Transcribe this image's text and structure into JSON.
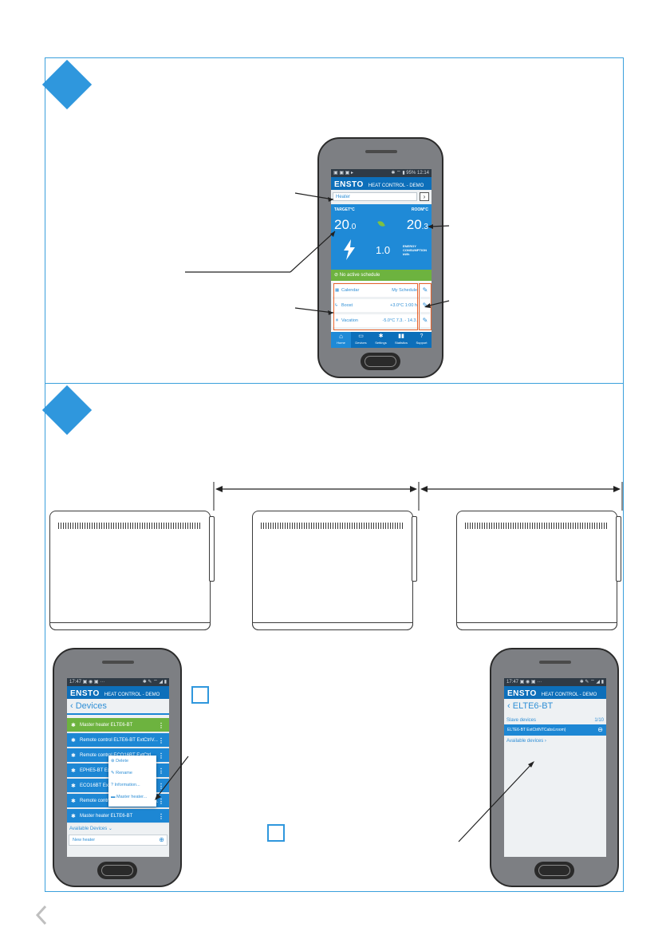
{
  "phone_top": {
    "app_logo": "ENSTO",
    "app_title": "HEAT CONTROL - DEMO",
    "status_time": "12:14",
    "status_battery": "95%",
    "device_name": "Heater",
    "target_label": "TARGET°C",
    "room_label": "ROOM°C",
    "target_int": "20",
    "target_dec": ".0",
    "room_int": "20",
    "room_dec": ".3",
    "energy_value": "1.0",
    "energy_label_1": "ENERGY",
    "energy_label_2": "CONSUMPTION",
    "energy_label_3": "kWh",
    "schedule_status": "No active schedule",
    "rows": [
      {
        "label": "Calendar",
        "value": "My Schedule"
      },
      {
        "label": "Boost",
        "value": "+3.0°C 1:00 h"
      },
      {
        "label": "Vacation",
        "value": "-5.0°C 7.3. - 14.3."
      }
    ],
    "nav": [
      "Home",
      "Devices",
      "Settings",
      "Statistics",
      "Support"
    ]
  },
  "phone_left": {
    "status_time": "17:47",
    "app_logo": "ENSTO",
    "app_title": "HEAT CONTROL - DEMO",
    "header": "Devices",
    "items": [
      "Master heater ELTE6-BT",
      "Remote control ELTE6-BT ExtCtrlV...",
      "Remote control ECO16BT ExtCtrl...",
      "EPHE5-BT ExtCtrl...",
      "ECO16BT Ext...",
      "Remote control ELTE6-BT Ext...",
      "Master heater ELTE6-BT"
    ],
    "menu": [
      "Delete",
      "Rename",
      "Information...",
      "Master heater..."
    ],
    "available_label": "Available Devices",
    "new_heater": "New heater"
  },
  "phone_right": {
    "status_time": "17:47",
    "app_logo": "ENSTO",
    "app_title": "HEAT CONTROL - DEMO",
    "header": "ELTE6-BT",
    "slave_label": "Slave devices",
    "slave_count": "1/10",
    "slave_item": "ELTE6-BT ExtCtrlNTCabsLroom)",
    "available_label": "Available devices"
  }
}
